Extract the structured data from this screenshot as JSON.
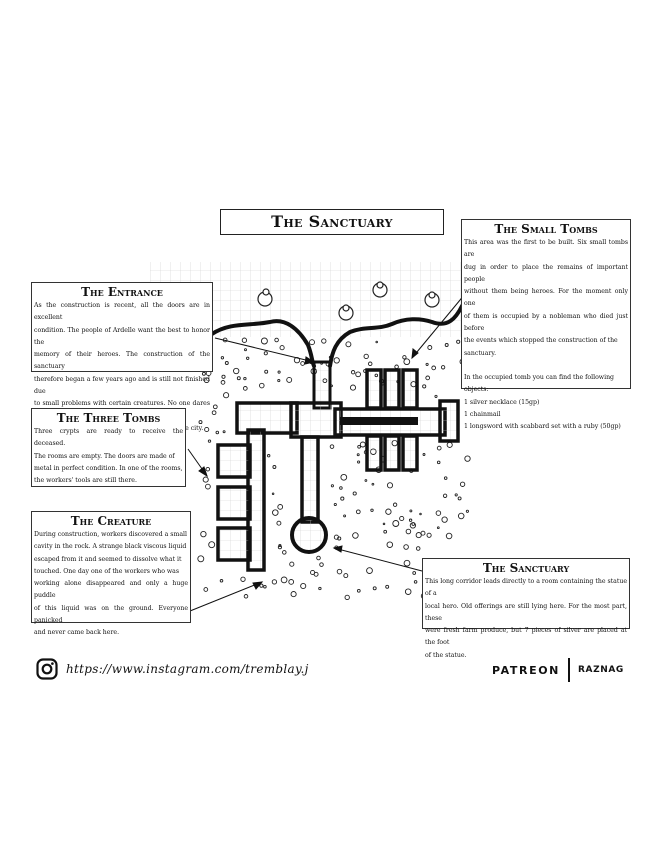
{
  "title": "The Sanctuary",
  "notes": {
    "entrance": {
      "heading": "The Entrance",
      "lines": [
        "As the construction is recent, all the doors are in excellent",
        "condition. The people of Ardelle want the best to honor the",
        "memory of their heroes. The construction of the sanctuary",
        "therefore began a few years ago and is still not finished due",
        "to small problems with certain creatures. No one dares to",
        "come here to pay homage to the defenders of the city."
      ]
    },
    "small_tombs": {
      "heading": "The Small Tombs",
      "lines": [
        "This area was the first to be built. Six small tombs are",
        "dug in order to place the remains of important people",
        "without them being heroes. For the moment only one",
        "of them is occupied by a nobleman who died just before",
        "the events which stopped the construction of the",
        "sanctuary."
      ],
      "lines2": [
        "In the occupied tomb you can find the following",
        "objects:",
        "1 silver necklace (15gp)",
        "1 chainmail",
        "1 longsword with scabbard set with a ruby (50gp)"
      ]
    },
    "three_tombs": {
      "heading": "The Three Tombs",
      "lines": [
        "Three crypts are ready to receive the deceased.",
        "The rooms are empty. The doors are made of",
        "metal in perfect condition. In one of the rooms,",
        "the workers' tools are still there."
      ]
    },
    "creature": {
      "heading": "The Creature",
      "lines": [
        "During construction, workers discovered a small",
        "cavity in the rock. A strange black viscous liquid",
        "escaped from it and seemed to dissolve what it",
        "touched. One day one of the workers who was",
        "working alone disappeared and only a huge puddle",
        "of this liquid was on the ground. Everyone panicked",
        "and never came back here."
      ]
    },
    "sanctuary": {
      "heading": "The Sanctuary",
      "lines": [
        "This long corridor leads directly to a room containing the statue of a",
        "local hero. Old offerings are still lying here. For the most part, these",
        "were fresh farm produce, but 7 pieces of silver are placed at the foot",
        "of the statue."
      ]
    }
  },
  "footer": {
    "instagram_icon": "instagram-icon",
    "instagram_url": "https://www.instagram.com/tremblay.j",
    "patreon_label": "PATREON",
    "creator_label": "RAZNAG"
  }
}
